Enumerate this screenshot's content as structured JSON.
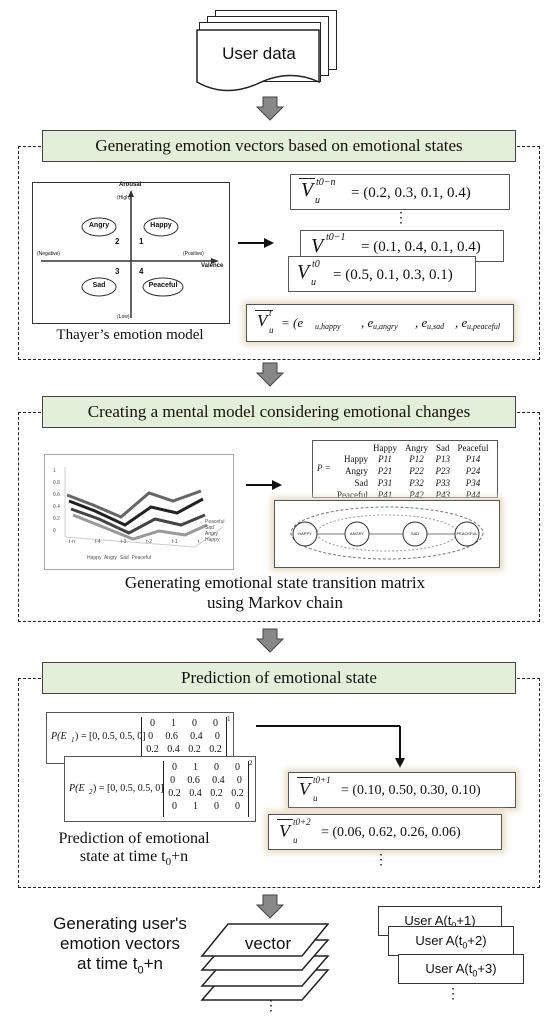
{
  "top": {
    "user_data": "User data"
  },
  "section1": {
    "title": "Generating emotion vectors based on emotional states",
    "model": {
      "arousal": "Arousal",
      "high": "(High)",
      "low": "(Low)",
      "valence": "Valence",
      "negative": "(Negative)",
      "positive": "(Positive)",
      "q1": "1",
      "q2": "2",
      "q3": "3",
      "q4": "4",
      "angry": "Angry",
      "happy": "Happy",
      "sad": "Sad",
      "peaceful": "Peaceful"
    },
    "caption": "Thayer’s emotion model",
    "v1_value": "= (0.2, 0.3, 0.1, 0.4)",
    "v1_sup": "t0−n",
    "dots": "⋮",
    "v2_value": "= (0.1, 0.4, 0.1, 0.4)",
    "v2_sup": "t0−1",
    "v3_value": "= (0.5, 0.1, 0.3, 0.1)",
    "v3_sup": "t0",
    "vector_label": "V",
    "vector_sub": "u",
    "def_sup": "t",
    "def_rhs": "= (e",
    "def_terms": [
      "u,happy",
      "u,angry",
      "u,sad",
      "u,peaceful"
    ]
  },
  "section2": {
    "title": "Creating a mental model considering emotional changes",
    "matrix": {
      "p_label": "P =",
      "cols": [
        "Happy",
        "Angry",
        "Sad",
        "Peaceful"
      ],
      "rows": [
        {
          "label": "Happy",
          "cells": [
            "P11",
            "P12",
            "P13",
            "P14"
          ]
        },
        {
          "label": "Angry",
          "cells": [
            "P21",
            "P22",
            "P23",
            "P24"
          ]
        },
        {
          "label": "Sad",
          "cells": [
            "P31",
            "P32",
            "P33",
            "P34"
          ]
        },
        {
          "label": "Peaceful",
          "cells": [
            "P41",
            "P42",
            "P43",
            "P44"
          ]
        }
      ]
    },
    "graph_legend": [
      "Happy",
      "Angry",
      "Sad",
      "Peaceful"
    ],
    "graph_axis_right": [
      "Peaceful",
      "Sad",
      "Angry",
      "Happy"
    ],
    "graph_x": [
      "t-n",
      "t-4",
      "t-3",
      "t-2",
      "t-1",
      "t"
    ],
    "graph_y": [
      "1",
      "0.8",
      "0.6",
      "0.4",
      "0.2",
      "0"
    ],
    "nodes": [
      "HAPPY",
      "ANGRY",
      "SAD",
      "PEACEFUL"
    ],
    "caption_line1": "Generating emotional state transition matrix",
    "caption_line2": "using Markov chain"
  },
  "section3": {
    "title": "Prediction of emotional state",
    "pe1_label": "P(E",
    "pe1_sub": "1",
    "pe1_rhs": ") = [0, 0.5, 0.5, 0]",
    "pe1_rows": [
      [
        "0",
        "1",
        "0",
        "0"
      ],
      [
        "0",
        "0.6",
        "0.4",
        "0"
      ],
      [
        "0.2",
        "0.4",
        "0.2",
        "0.2"
      ]
    ],
    "pe1_power": "1",
    "pe2_label": "P(E",
    "pe2_sub": "2",
    "pe2_rhs": ") = [0, 0.5, 0.5, 0]",
    "pe2_rows": [
      [
        "0",
        "1",
        "0",
        "0"
      ],
      [
        "0",
        "0.6",
        "0.4",
        "0"
      ],
      [
        "0.2",
        "0.4",
        "0.2",
        "0.2"
      ],
      [
        "0",
        "1",
        "0",
        "0"
      ]
    ],
    "pe2_power": "2",
    "vp1_sup": "t0+1",
    "vp1_value": "= (0.10, 0.50, 0.30, 0.10)",
    "vp2_sup": "t0+2",
    "vp2_value": "= (0.06, 0.62, 0.26, 0.06)",
    "dots": "⋮",
    "caption_line1": "Prediction of emotional",
    "caption_line2": "state at time t",
    "caption_sub": "0",
    "caption_tail": "+n"
  },
  "bottom": {
    "caption_line1": "Generating user's",
    "caption_line2": "emotion vectors",
    "caption_line3": "at time t",
    "caption_sub": "0",
    "caption_tail": "+n",
    "vector_label": "vector",
    "user_labels": [
      "User A(t",
      "User A(t",
      "User A(t"
    ],
    "user_subs": [
      "0",
      "0",
      "0"
    ],
    "user_tails": [
      "+1)",
      "+2)",
      "+3)"
    ],
    "dots": "⋮"
  }
}
